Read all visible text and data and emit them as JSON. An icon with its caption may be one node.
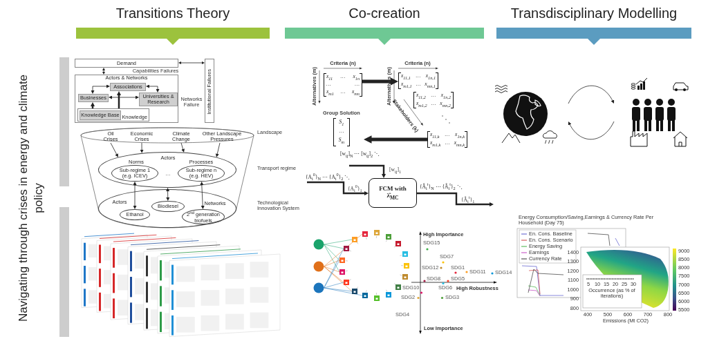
{
  "diagram": {
    "nodes": [
      {
        "text": [
          "Transitions Theory"
        ]
      },
      {
        "text": [
          "Co-creation"
        ]
      },
      {
        "text": [
          "Transdisciplinary Modelling"
        ]
      },
      {
        "text": [
          "Demand"
        ]
      },
      {
        "text": [
          "Actors & Networks"
        ]
      },
      {
        "text": [
          "Associations"
        ],
        "in": 4
      },
      {
        "text": [
          "Businesses"
        ],
        "in": 4
      },
      {
        "text": [
          "Universities & Research"
        ],
        "in": 4
      },
      {
        "text": [
          "Knowledge"
        ],
        "in": 4
      },
      {
        "text": [
          "Knowledge Base"
        ],
        "in": 8
      },
      {
        "text": [
          "Institutional Failures"
        ]
      },
      {
        "text": [
          "Oil Crises"
        ]
      },
      {
        "text": [
          "Economic Crises"
        ]
      },
      {
        "text": [
          "Climate Change"
        ]
      },
      {
        "text": [
          "Other Landscape Pressures"
        ]
      },
      {
        "text": [
          "Actors",
          "Norms",
          "Processes",
          "…"
        ]
      },
      {
        "text": [
          "Sub-regime 1 (e.g. ICEV)"
        ],
        "in": 15
      },
      {
        "text": [
          "Sub-regime n (e.g. HEV)"
        ],
        "in": 15
      },
      {
        "text": [
          "Actors",
          "Networks"
        ]
      },
      {
        "text": [
          "Ethanol"
        ],
        "in": 18
      },
      {
        "text": [
          "Biodiesel"
        ],
        "in": 18
      },
      {
        "text": [
          "2$^{nd}$ generation biofuels"
        ],
        "in": 18
      },
      {
        "text": [
          "x$_{11}$ … x$_{1n}$",
          "… …",
          "x$_{m1}$ … x$_{mn}$"
        ]
      },
      {
        "text": [
          "x$_{11,1}$ … x$_{1n,1}$",
          "x$_{m1,1}$ … x$_{mn,1}$"
        ]
      },
      {
        "text": [
          "x$_{11,2}$ … x$_{1n,2}$",
          "x$_{m1,2}$ … x$_{mn,2}$"
        ]
      },
      {
        "text": [
          "x$_{11,k}$ … x$_{1n,k}$",
          "x$_{m1,k}$ … x$_{mn,k}$"
        ]
      },
      {
        "text": [
          "Group Solution",
          "S$_{1}$",
          "…",
          "S$_{m}$"
        ]
      },
      {
        "text": [
          "FCM with λ̂$_{MC}$"
        ]
      },
      {
        "text": [],
        "shape": "picture"
      },
      {
        "text": [],
        "shape": "picture"
      }
    ],
    "edges": [
      {
        "from": 3,
        "to": 4,
        "arrow": "both"
      },
      {
        "from": 3,
        "to": 10,
        "arrow": "both"
      },
      {
        "from": 5,
        "to": 6,
        "arrow": "both"
      },
      {
        "from": 5,
        "to": 7,
        "arrow": "both"
      },
      {
        "from": 6,
        "to": 7,
        "arrow": "both"
      },
      {
        "from": 8,
        "to": 6,
        "arrow": "to",
        "style": "thick"
      },
      {
        "from": 8,
        "to": 5,
        "arrow": "to",
        "style": "thick"
      },
      {
        "from": 11,
        "to": 15,
        "arrow": "to"
      },
      {
        "from": 12,
        "to": 15,
        "arrow": "to"
      },
      {
        "from": 13,
        "to": 15,
        "arrow": "to"
      },
      {
        "from": 14,
        "to": 15,
        "arrow": "to"
      },
      {
        "from": 16,
        "to": 19,
        "arrow": "both"
      },
      {
        "from": 15,
        "to": 20,
        "arrow": "both"
      },
      {
        "from": 17,
        "to": 21,
        "arrow": "both"
      },
      {
        "from": 22,
        "to": 23,
        "arrow": "to",
        "style": "thick"
      },
      {
        "from": 25,
        "to": 26,
        "arrow": "to",
        "style": "thick"
      },
      {
        "from": null,
        "to": 27,
        "arrow": "to",
        "style": "thick",
        "label": "[w$_{ij}$]$_{N}$ ⋯ [w$_{ij}$]$_{2}$ ⋱"
      },
      {
        "from": null,
        "to": 27,
        "arrow": "to",
        "style": "thick",
        "label": "{A$_{i}$$^{0}$}$_{N}$ ⋯ {A$_{i}$$^{0}$}$_{2}$ ⋱"
      },
      {
        "from": 27,
        "to": null,
        "arrow": "to",
        "style": "thick",
        "label": "{Â$_{i}$$^{t}$}$_{N}$ ⋯ {Â$_{i}$$^{t}$}$_{2}$ ⋱"
      },
      {
        "from": 28,
        "to": 29,
        "arrow": "to"
      },
      {
        "from": 29,
        "to": 28,
        "arrow": "to"
      }
    ],
    "labels": [
      "Navigating through crises in energy and climate policy",
      "Capabilities Failures",
      "Networks Failure",
      "Landscape",
      "Transport regime",
      "Technological Innovation System",
      "Criteria (n)",
      "Criteria (n)",
      "Alternatives (m)",
      "Alternatives (m)",
      "Stakeholders (k)",
      "[w$_{ij}$]$_{1}$",
      "{A$_{i}$$^{0}$}$_{1}$",
      "{Â$_{i}$$^{t}$}$_{1}$",
      "High Importance",
      "SDG15",
      "SDG7",
      "SDG12",
      "SDG1",
      "SDG11",
      "SDG14",
      "SDG8",
      "SDG5",
      "SDG10",
      "SDG6",
      "High Robustness",
      "SDG2",
      "SDG3",
      "SDG4",
      "Low Importance",
      "Energy Consumption/Saving,Earnings & Currency Rate Per Household (Day 75)",
      "1400",
      "1300",
      "1200",
      "1100",
      "1000",
      "900",
      "800",
      "5",
      "10",
      "15",
      "20",
      "25",
      "30",
      "Occurrence (as % of iterations)",
      "400",
      "500",
      "600",
      "700",
      "800",
      "Emissions (Mt CO2)",
      "9000",
      "8500",
      "8000",
      "7500",
      "7000",
      "6500",
      "6000",
      "5500"
    ],
    "legend": [
      {
        "text": "En. Cons. Baseline"
      },
      {
        "text": "En. Cons. Scenario"
      },
      {
        "text": "Energy Saving"
      },
      {
        "text": "Earnings"
      },
      {
        "text": "Currency Rate"
      }
    ]
  }
}
